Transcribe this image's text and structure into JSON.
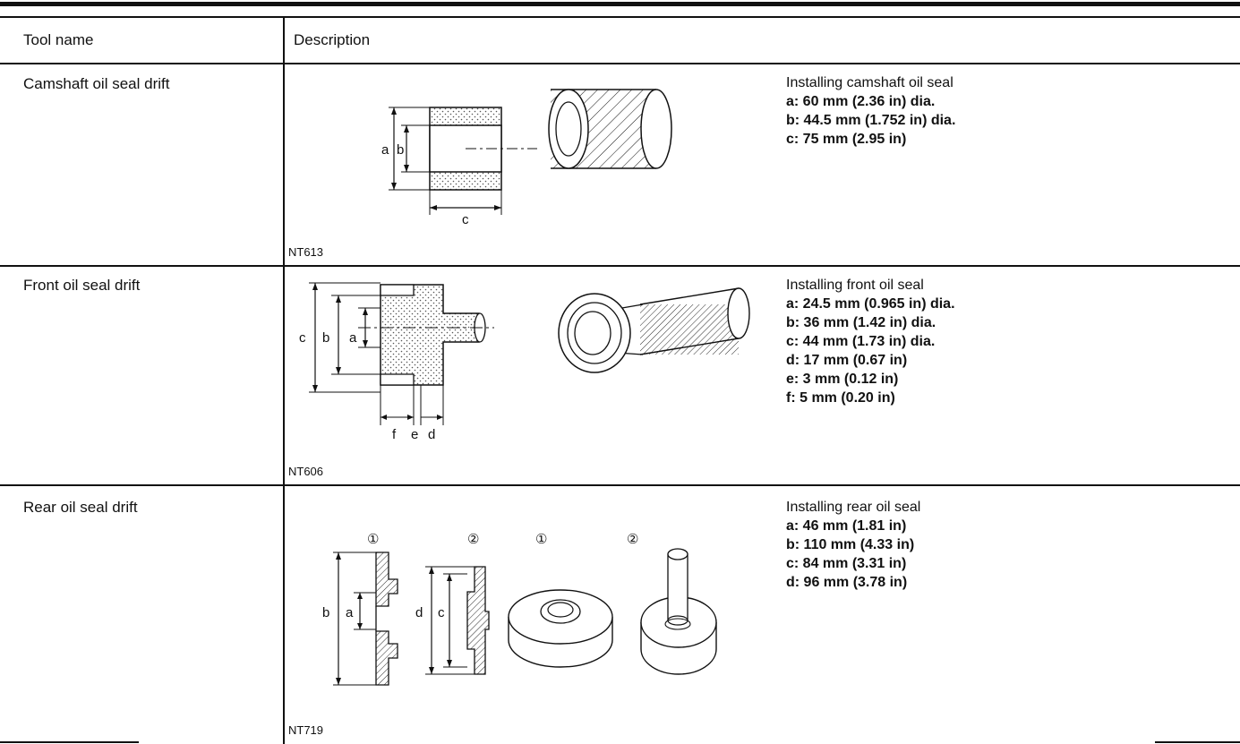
{
  "table": {
    "headers": {
      "tool_name": "Tool name",
      "description": "Description"
    },
    "rows": [
      {
        "tool_name": "Camshaft oil seal drift",
        "code": "NT613",
        "title": "Installing camshaft oil seal",
        "dims": [
          "a: 60 mm (2.36 in) dia.",
          "b: 44.5 mm (1.752 in) dia.",
          "c: 75 mm (2.95 in)"
        ],
        "labels": [
          "a",
          "b",
          "c"
        ]
      },
      {
        "tool_name": "Front oil seal drift",
        "code": "NT606",
        "title": "Installing front oil seal",
        "dims": [
          "a: 24.5 mm (0.965 in) dia.",
          "b: 36 mm (1.42 in) dia.",
          "c: 44 mm (1.73 in) dia.",
          "d: 17 mm (0.67 in)",
          "e: 3 mm (0.12 in)",
          "f: 5 mm (0.20 in)"
        ],
        "labels": [
          "c",
          "b",
          "a",
          "f",
          "e",
          "d"
        ]
      },
      {
        "tool_name": "Rear oil seal drift",
        "code": "NT719",
        "title": "Installing rear oil seal",
        "dims": [
          "a: 46 mm (1.81 in)",
          "b: 110 mm (4.33 in)",
          "c: 84 mm (3.31 in)",
          "d: 96 mm (3.78 in)"
        ],
        "labels": [
          "b",
          "a",
          "d",
          "c"
        ],
        "part_marks": [
          "①",
          "②",
          "①",
          "②"
        ]
      }
    ]
  }
}
